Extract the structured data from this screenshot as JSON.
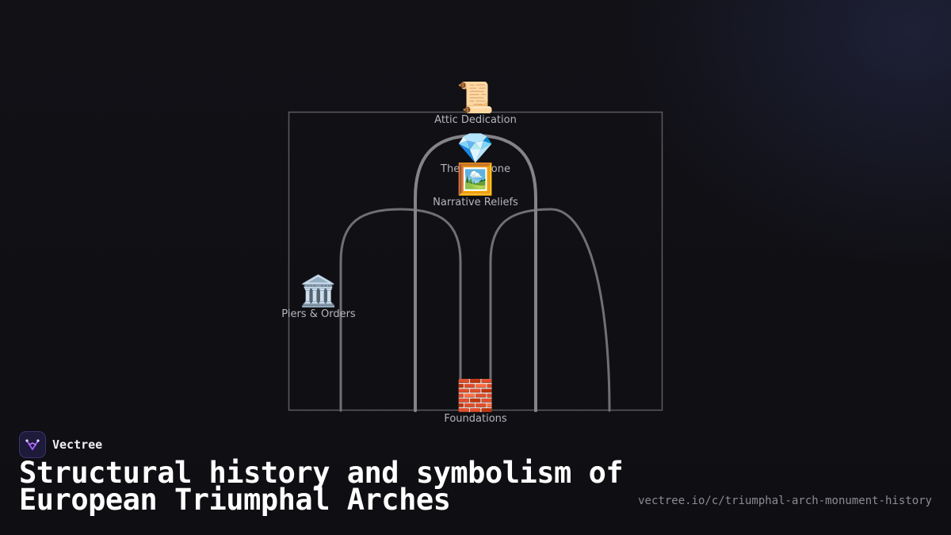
{
  "diagram": {
    "nodes": {
      "attic": {
        "label": "Attic Dedication",
        "icon": "scroll-icon",
        "glyph": "📜"
      },
      "keystone": {
        "label": "The Keystone",
        "icon": "gem-icon",
        "glyph": "💎"
      },
      "reliefs": {
        "label": "Narrative Reliefs",
        "icon": "framed-picture-icon",
        "glyph": "🖼️"
      },
      "piers": {
        "label": "Piers & Orders",
        "icon": "classical-building-icon",
        "glyph": "🏛️"
      },
      "foundations": {
        "label": "Foundations",
        "icon": "bricks-icon",
        "glyph": "🧱"
      }
    },
    "colors": {
      "frame": "#5a5a60",
      "arch_stroke": "#7d7d82",
      "label": "#b4b4bc"
    }
  },
  "brand": {
    "name": "Vectree",
    "logo_icon": "vectree-logo-icon"
  },
  "title": "Structural history and symbolism of European Triumphal Arches",
  "url": "vectree.io/c/triumphal-arch-monument-history"
}
